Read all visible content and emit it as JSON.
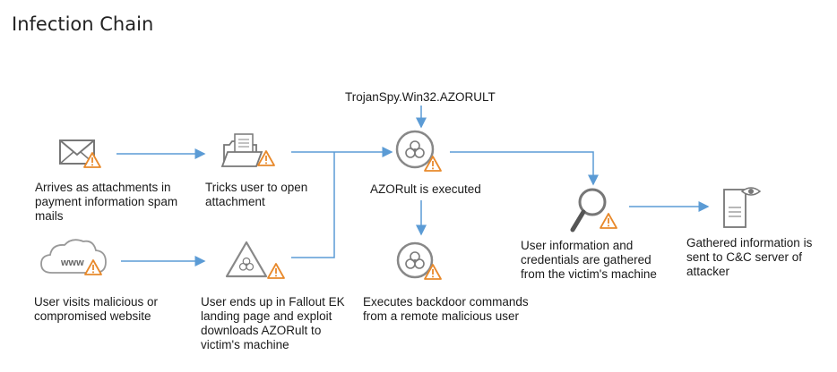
{
  "title": "Infection Chain",
  "labels": {
    "email": "Arrives as attachments in payment information spam mails",
    "attachment": "Tricks user to open attachment",
    "trojan_name": "TrojanSpy.Win32.AZORULT",
    "executed": "AZORult is executed",
    "gathered": "User information and credentials are gathered from the victim's machine",
    "sent": "Gathered information is sent to C&C server of attacker",
    "website": "User visits malicious or compromised website",
    "fallout": "User ends up in Fallout EK landing page and exploit downloads AZORult to victim's machine",
    "backdoor": "Executes backdoor commands from a remote malicious user"
  },
  "icon_text": {
    "www": "www"
  },
  "colors": {
    "arrow": "#5b9bd5",
    "warning_fill": "#ffffff",
    "warning_stroke": "#e8892b",
    "icon_gray": "#808080"
  }
}
